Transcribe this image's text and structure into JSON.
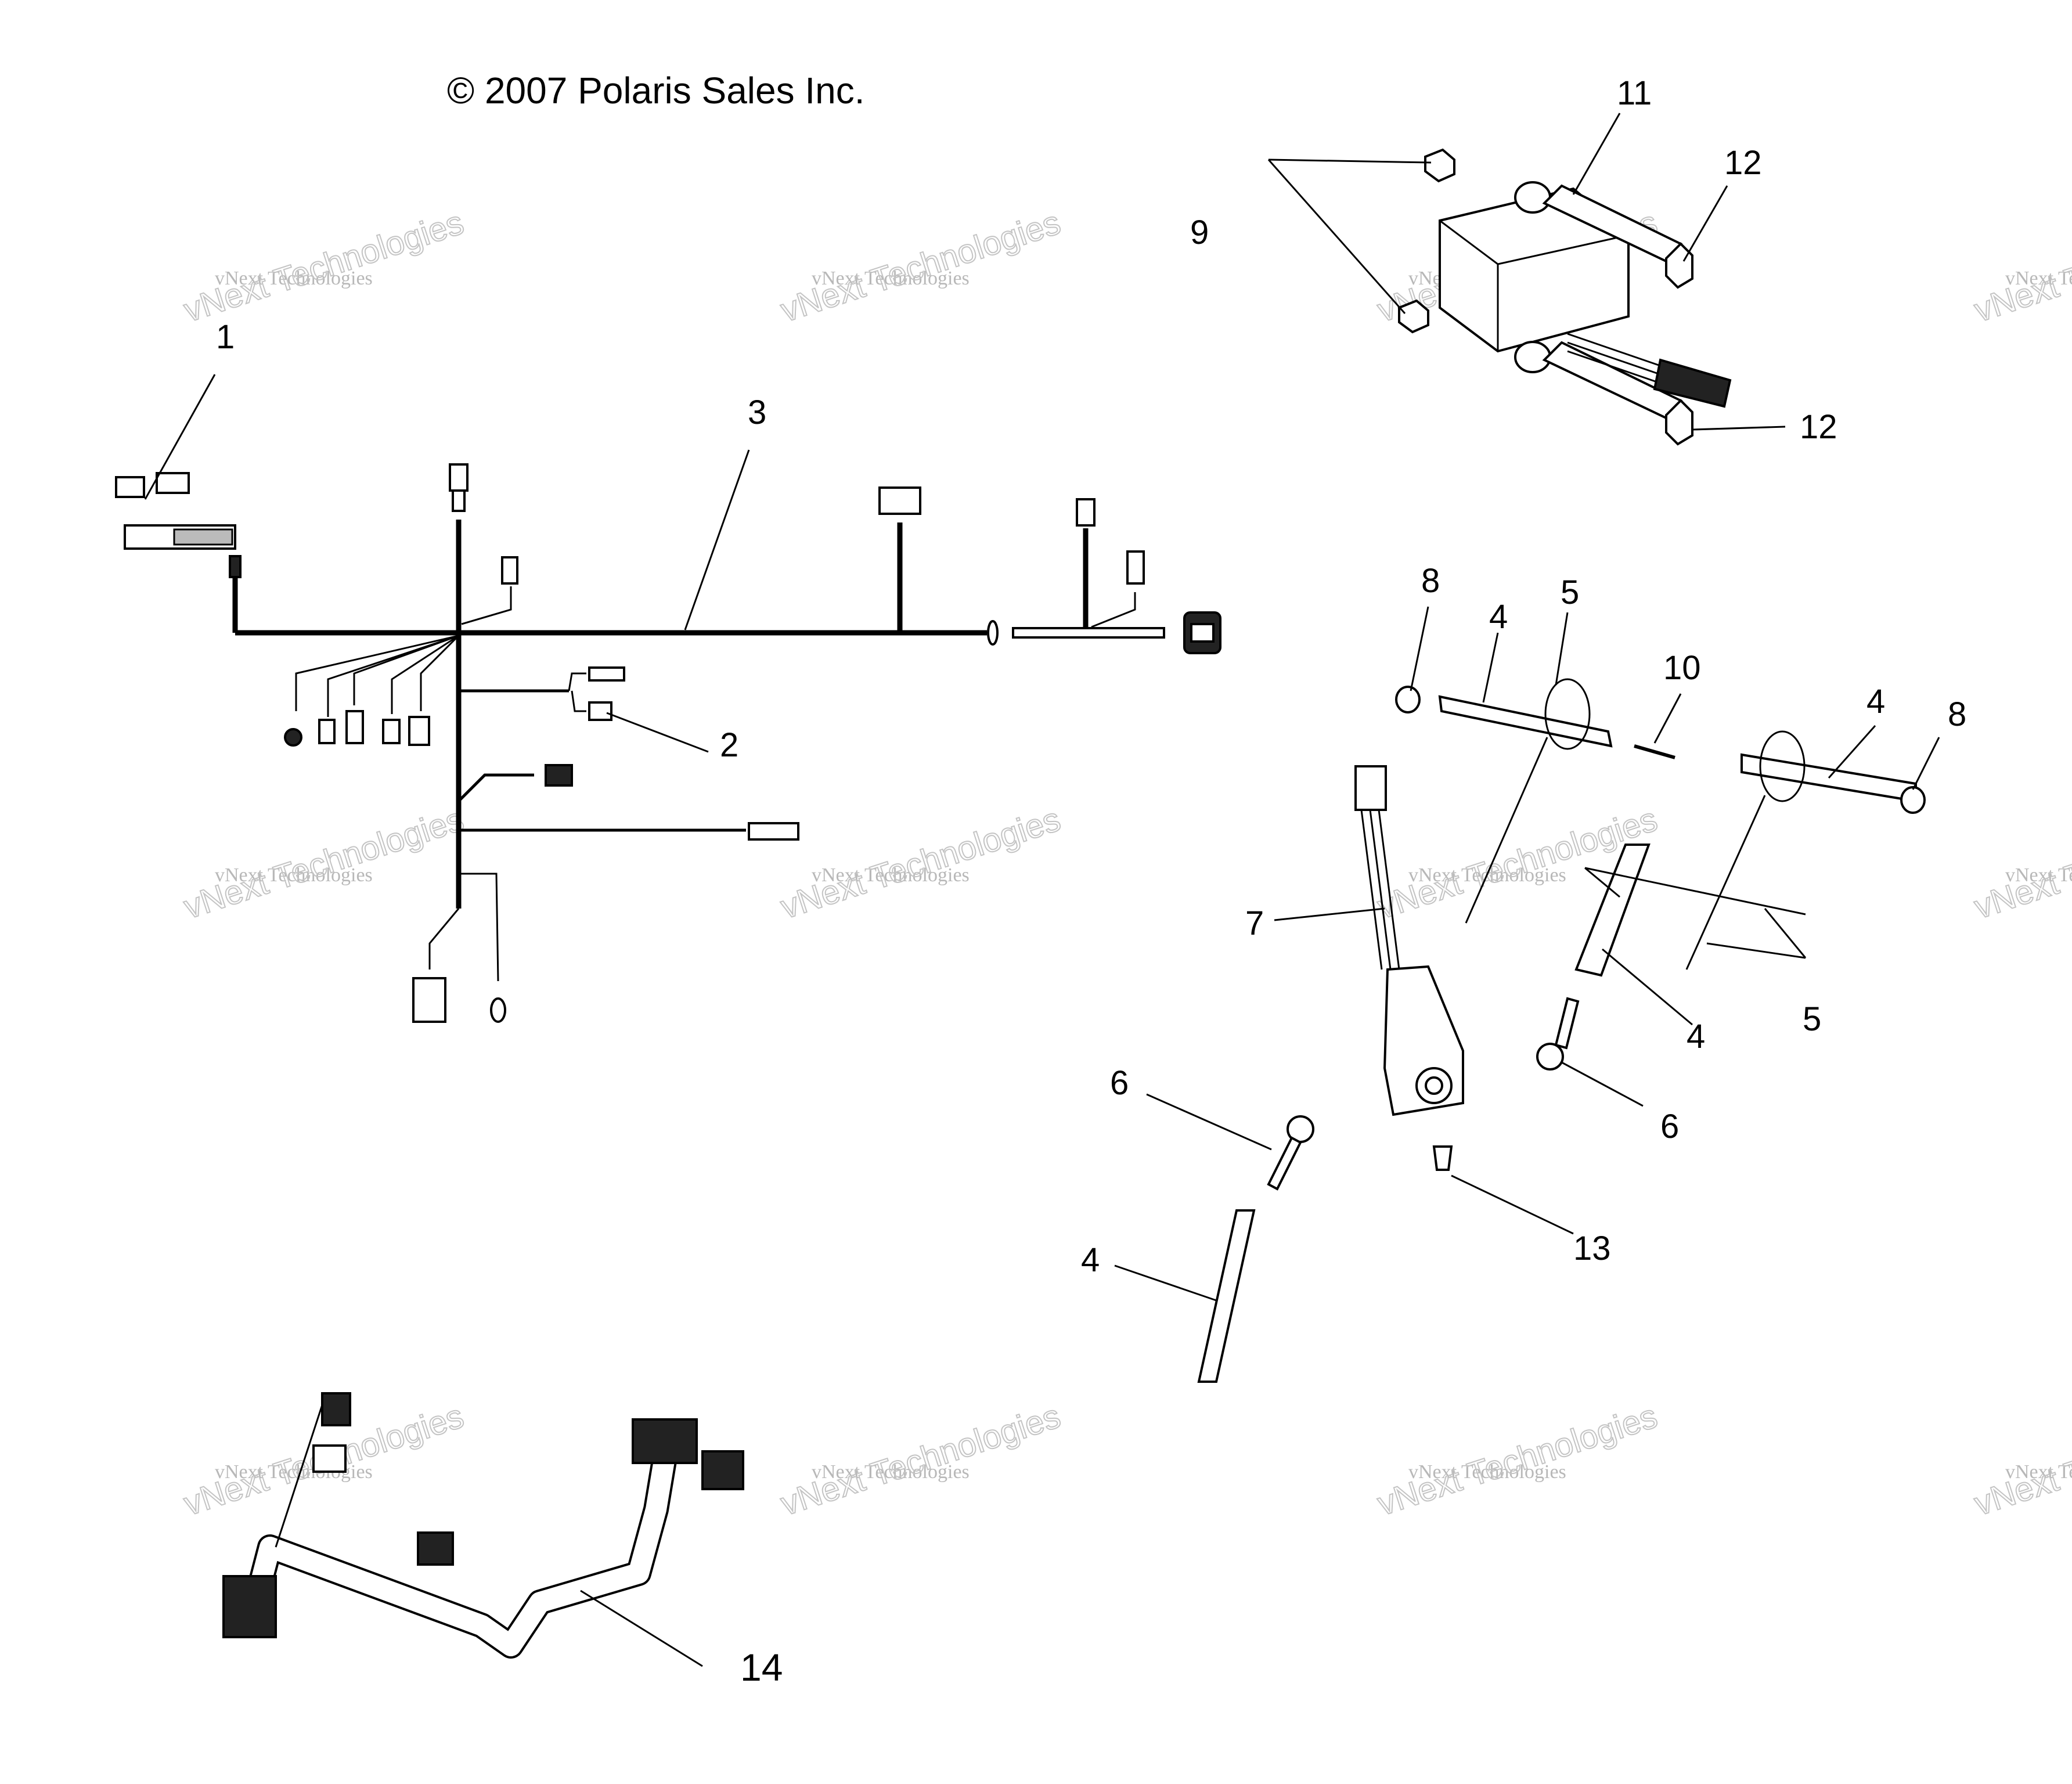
{
  "copyright": "© 2007 Polaris Sales Inc.",
  "watermark": {
    "line1": "vNext Technologies",
    "line2": "vNext Technologies"
  },
  "callouts": {
    "c1": "1",
    "c2": "2",
    "c3": "3",
    "c4a": "4",
    "c4b": "4",
    "c4c": "4",
    "c4d": "4",
    "c5a": "5",
    "c5b": "5",
    "c6a": "6",
    "c6b": "6",
    "c7": "7",
    "c8a": "8",
    "c8b": "8",
    "c9": "9",
    "c10": "10",
    "c11": "11",
    "c12a": "12",
    "c12b": "12",
    "c13": "13",
    "c14": "14"
  }
}
